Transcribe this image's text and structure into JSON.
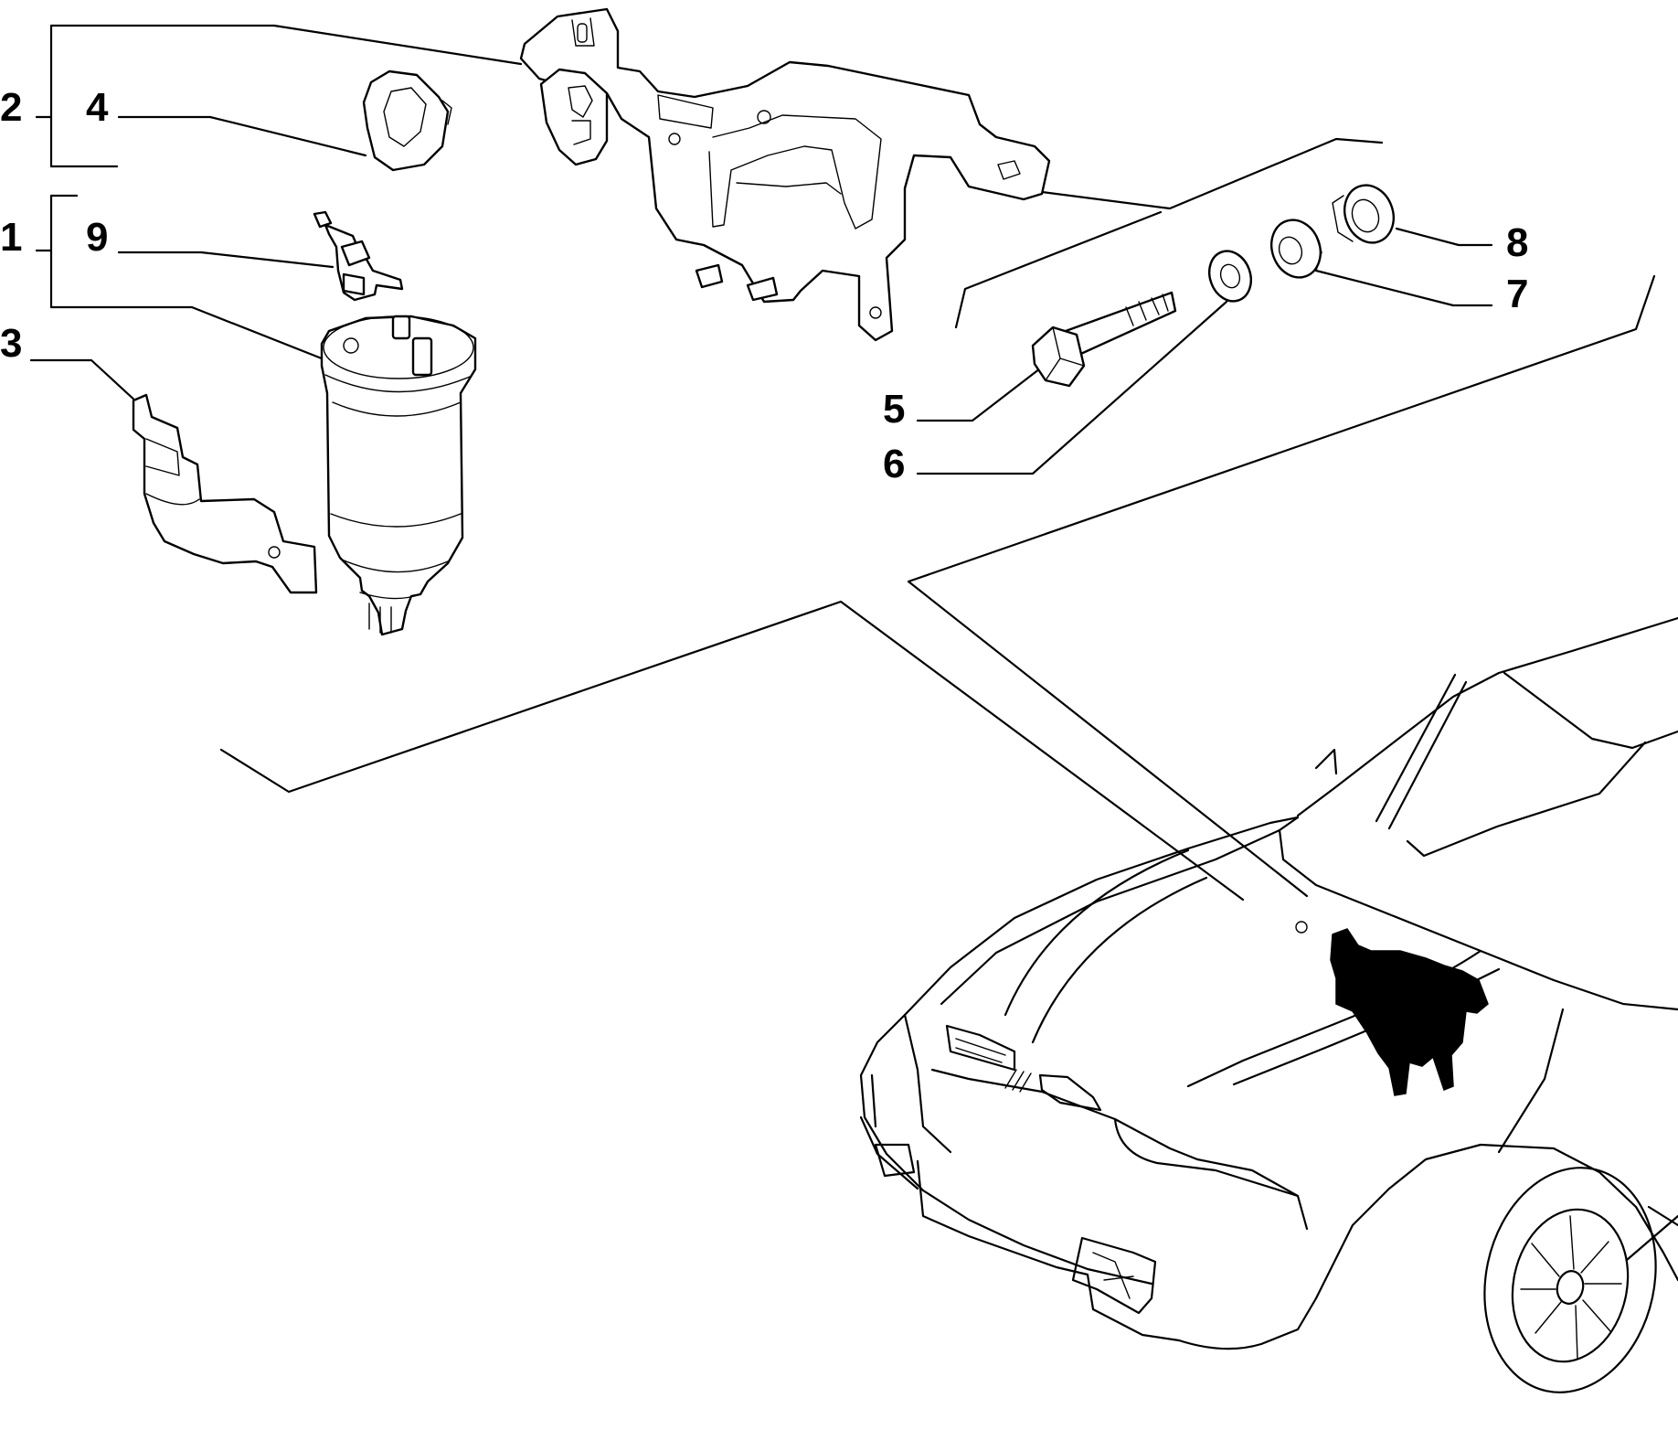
{
  "callouts": [
    {
      "id": "2",
      "label": "2"
    },
    {
      "id": "4",
      "label": "4"
    },
    {
      "id": "1",
      "label": "1"
    },
    {
      "id": "9",
      "label": "9"
    },
    {
      "id": "3",
      "label": "3"
    },
    {
      "id": "8",
      "label": "8"
    },
    {
      "id": "7",
      "label": "7"
    },
    {
      "id": "5",
      "label": "5"
    },
    {
      "id": "6",
      "label": "6"
    }
  ]
}
